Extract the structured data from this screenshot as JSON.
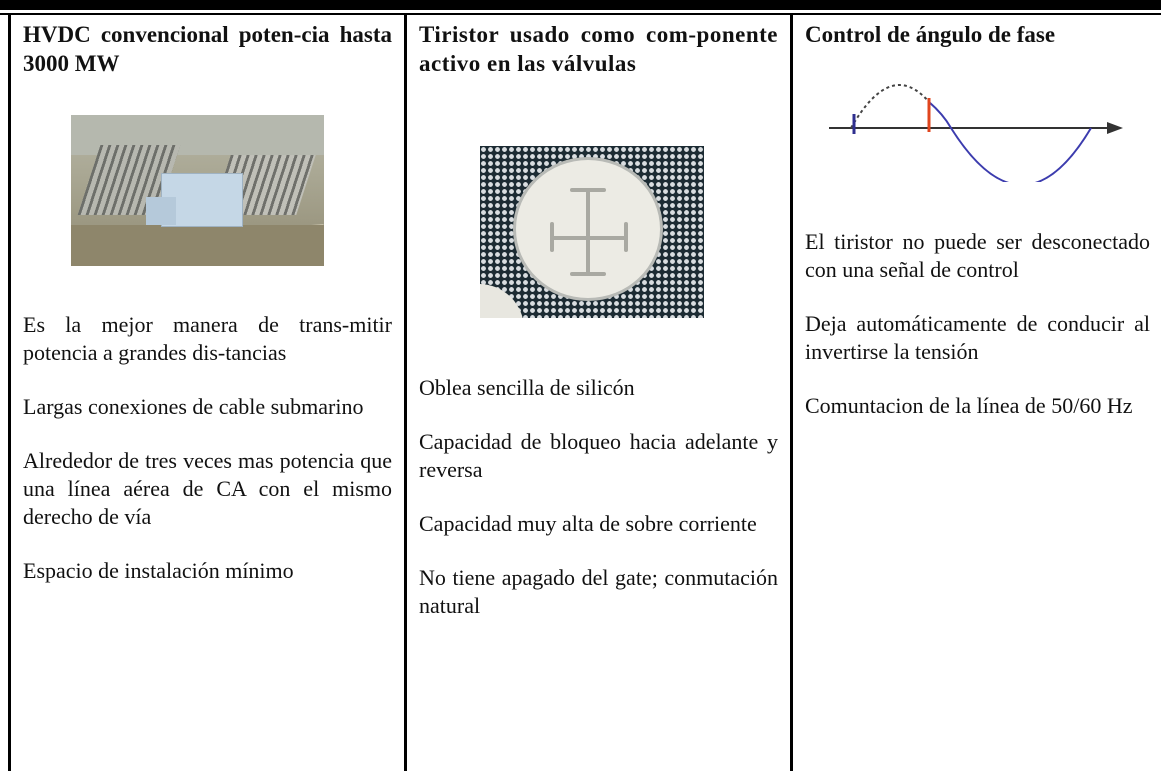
{
  "columns": [
    {
      "heading": "HVDC convencional poten-cia hasta 3000 MW",
      "image_icon": "converter-station-photo",
      "paragraphs": [
        "Es la mejor manera de trans-mitir potencia a grandes dis-tancias",
        "Largas conexiones de cable submarino",
        "Alrededor de tres veces mas potencia que una línea aérea de CA con el mismo derecho de vía",
        "Espacio de instalación mínimo"
      ]
    },
    {
      "heading": "Tiristor usado como com-ponente activo en las válvulas",
      "image_icon": "thyristor-wafer-photo",
      "paragraphs": [
        "Oblea sencilla de silicón",
        "Capacidad de bloqueo hacia adelante y reversa",
        "Capacidad muy alta de sobre corriente",
        "No tiene apagado del gate; conmutación natural"
      ]
    },
    {
      "heading": "Control de ángulo de fase",
      "image_icon": "phase-angle-waveform",
      "paragraphs": [
        "El tiristor no puede ser desconectado con una señal de control",
        "Deja automáticamente de conducir al invertirse la tensión",
        "Comuntacion de la línea de 50/60 Hz"
      ]
    }
  ],
  "colors": {
    "rule": "#000000",
    "wave_line": "#3c3cae",
    "wave_dashed": "#444444",
    "firing_marker": "#e0451e",
    "start_marker": "#2f2f8f"
  }
}
